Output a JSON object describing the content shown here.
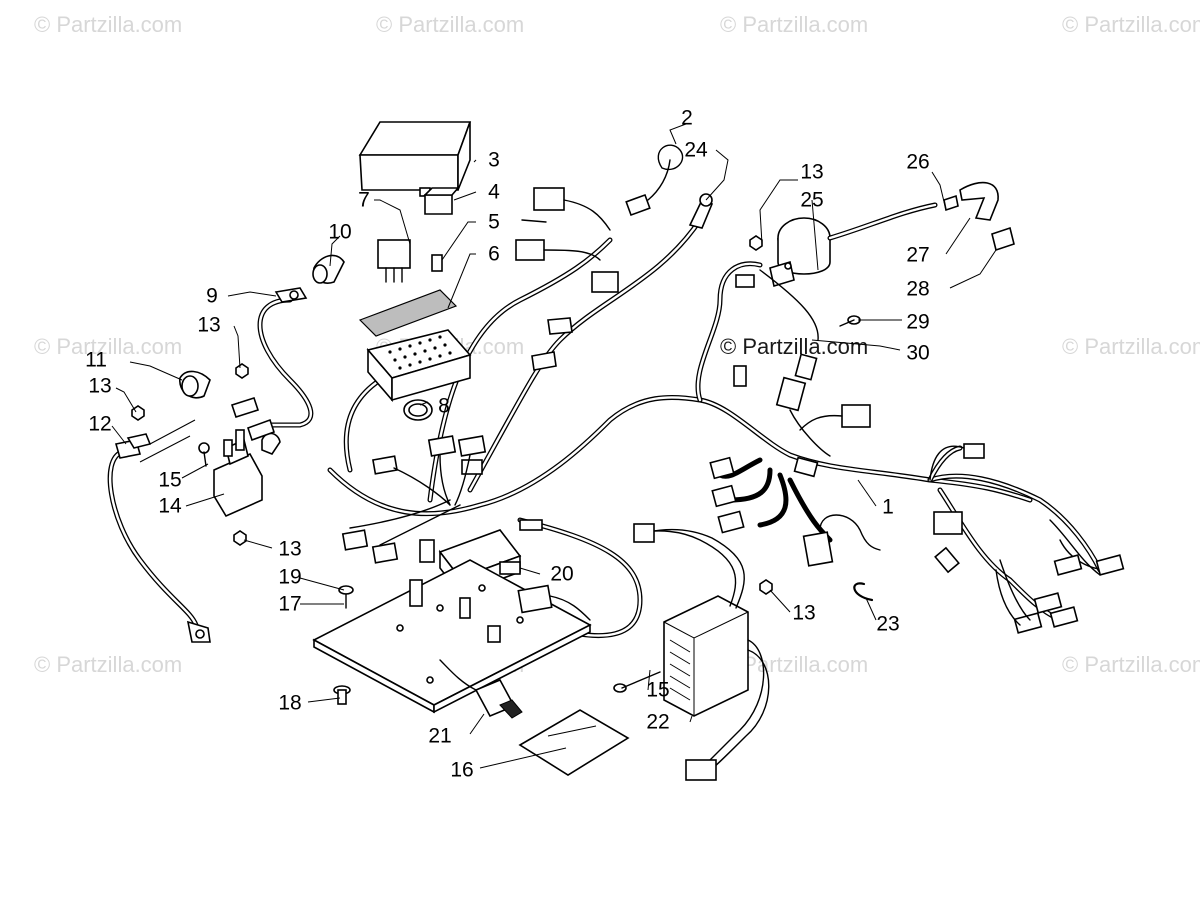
{
  "watermark": {
    "text": "© Partzilla.com"
  },
  "callouts": [
    {
      "id": "c1",
      "label": "1"
    },
    {
      "id": "c2",
      "label": "2"
    },
    {
      "id": "c3",
      "label": "3"
    },
    {
      "id": "c4",
      "label": "4"
    },
    {
      "id": "c5",
      "label": "5"
    },
    {
      "id": "c6",
      "label": "6"
    },
    {
      "id": "c7",
      "label": "7"
    },
    {
      "id": "c8",
      "label": "8"
    },
    {
      "id": "c9",
      "label": "9"
    },
    {
      "id": "c10",
      "label": "10"
    },
    {
      "id": "c11",
      "label": "11"
    },
    {
      "id": "c12",
      "label": "12"
    },
    {
      "id": "c13a",
      "label": "13"
    },
    {
      "id": "c13b",
      "label": "13"
    },
    {
      "id": "c13c",
      "label": "13"
    },
    {
      "id": "c13d",
      "label": "13"
    },
    {
      "id": "c13e",
      "label": "13"
    },
    {
      "id": "c14",
      "label": "14"
    },
    {
      "id": "c15a",
      "label": "15"
    },
    {
      "id": "c15b",
      "label": "15"
    },
    {
      "id": "c16",
      "label": "16"
    },
    {
      "id": "c17",
      "label": "17"
    },
    {
      "id": "c18",
      "label": "18"
    },
    {
      "id": "c19",
      "label": "19"
    },
    {
      "id": "c20",
      "label": "20"
    },
    {
      "id": "c21",
      "label": "21"
    },
    {
      "id": "c22",
      "label": "22"
    },
    {
      "id": "c23",
      "label": "23"
    },
    {
      "id": "c24",
      "label": "24"
    },
    {
      "id": "c25",
      "label": "25"
    },
    {
      "id": "c26",
      "label": "26"
    },
    {
      "id": "c27",
      "label": "27"
    },
    {
      "id": "c28",
      "label": "28"
    },
    {
      "id": "c29",
      "label": "29"
    },
    {
      "id": "c30",
      "label": "30"
    }
  ]
}
